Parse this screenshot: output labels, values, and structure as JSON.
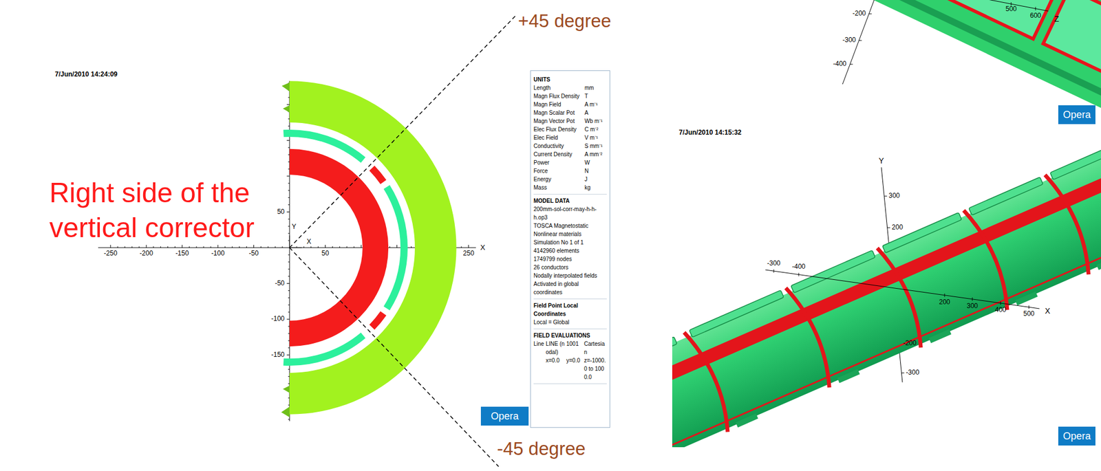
{
  "diagram": {
    "nodes": [
      {
        "text": [
          "UNITS",
          "Length",
          "mm",
          "Magn Flux Density",
          "T",
          "Magn Field",
          "A m⁻¹",
          "Magn Scalar Pot",
          "A",
          "Magn Vector Pot",
          "Wb m⁻¹",
          "Elec Flux Density",
          "C m⁻²",
          "Elec Field",
          "V m⁻¹",
          "Conductivity",
          "S mm⁻¹",
          "Current Density",
          "A mm⁻²",
          "Power",
          "W",
          "Force",
          "N",
          "Energy",
          "J",
          "Mass",
          "kg",
          "MODEL DATA",
          "200mm-sol-corr-may-h-h-h.op3",
          "TOSCA Magnetostatic",
          "Nonlinear materials",
          "Simulation No 1 of 1",
          "4142960 elements",
          "1749799 nodes",
          "26 conductors",
          "Nodally interpolated fields",
          "Activated in global coordinates",
          "Field Point Local Coordinates",
          "Local = Global",
          "FIELD EVALUATIONS",
          "Line",
          "LINE (nodal)",
          "1001",
          "Cartesian",
          "x=0.0",
          "y=0.0",
          "z=-1000.0 to 1000.0"
        ]
      },
      {
        "text": [
          "Opera"
        ]
      },
      {
        "text": [
          "Opera"
        ]
      },
      {
        "text": [
          "Opera"
        ]
      }
    ],
    "labels": [
      "+45 degree",
      "7/Jun/2010 14:24:09",
      "Right side of the vertical corrector",
      "-250",
      "-200",
      "-150",
      "-100",
      "-50",
      "50",
      "250",
      "X",
      "50",
      "-50",
      "-100",
      "-150",
      "Y",
      "X",
      "-45 degree",
      "-200",
      "-300",
      "-400",
      "500",
      "600",
      "Z",
      "7/Jun/2010 14:15:32",
      "Y",
      "300",
      "200",
      "-200",
      "-300",
      "-300",
      "-400",
      "200",
      "300",
      "400",
      "500",
      "X"
    ]
  }
}
